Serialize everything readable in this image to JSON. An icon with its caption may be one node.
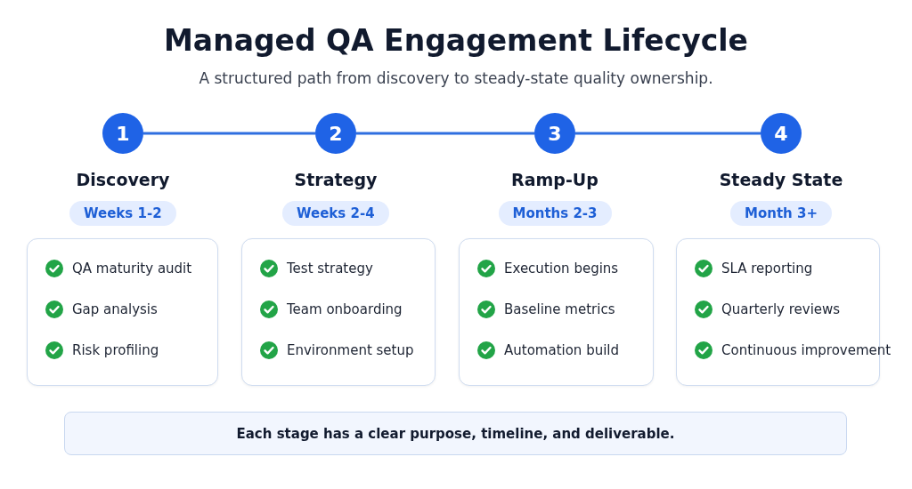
{
  "diagram": {
    "title": "Managed QA Engagement Lifecycle",
    "nodes": [
      {
        "text": [
          "1"
        ],
        "beside": [
          "Discovery"
        ]
      },
      {
        "text": [
          "Weeks 1-2"
        ]
      },
      {
        "text": [
          "QA maturity audit",
          "Gap analysis",
          "Risk profiling"
        ]
      },
      {
        "text": [
          "2"
        ],
        "beside": [
          "Strategy"
        ]
      },
      {
        "text": [
          "Weeks 2-4"
        ]
      },
      {
        "text": [
          "Test strategy",
          "Team onboarding",
          "Environment setup"
        ]
      },
      {
        "text": [
          "3"
        ],
        "beside": [
          "Ramp-Up"
        ]
      },
      {
        "text": [
          "Months 2-3"
        ]
      },
      {
        "text": [
          "Execution begins",
          "Baseline metrics",
          "Automation build"
        ]
      },
      {
        "text": [
          "4"
        ],
        "beside": [
          "Steady State"
        ]
      },
      {
        "text": [
          "Month 3+"
        ]
      },
      {
        "text": [
          "SLA reporting",
          "Quarterly reviews",
          "Continuous improvement"
        ]
      },
      {
        "text": [
          "Each stage has a clear purpose, timeline, and deliverable."
        ]
      }
    ],
    "edges": [
      {
        "from": 0,
        "to": 3,
        "arrow": "none"
      },
      {
        "from": 3,
        "to": 6,
        "arrow": "none"
      },
      {
        "from": 6,
        "to": 9,
        "arrow": "none"
      }
    ],
    "labels": [
      "A structured path from discovery to steady-state quality ownership."
    ]
  }
}
